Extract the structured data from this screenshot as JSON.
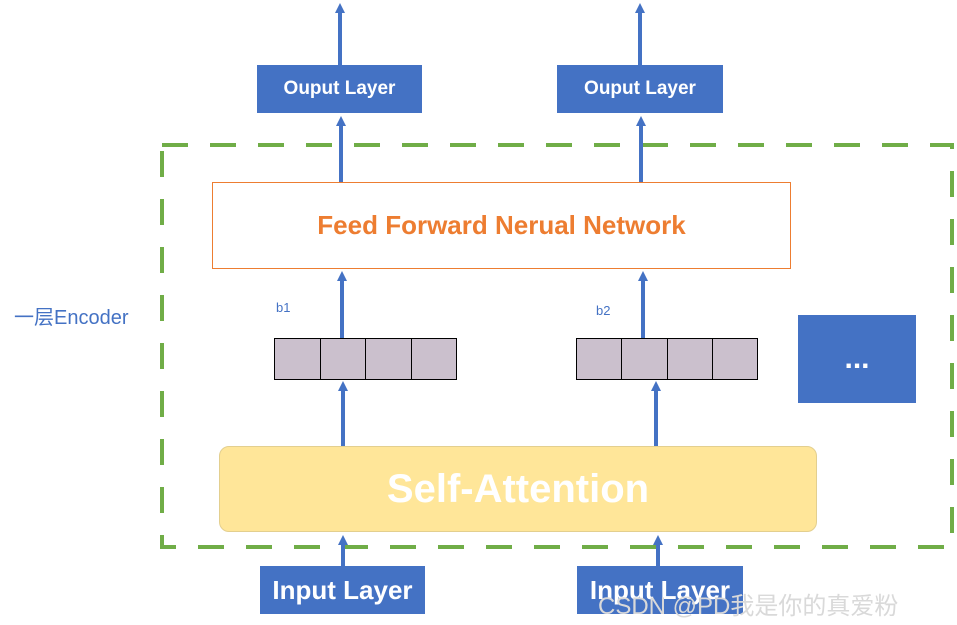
{
  "side_label": "一层Encoder",
  "output_layers": [
    "Ouput Layer",
    "Ouput Layer"
  ],
  "ffnn_label": "Feed Forward Nerual Network",
  "vector_labels": [
    "b1",
    "b2"
  ],
  "vector_cells": 4,
  "more_label": "...",
  "self_attention_label": "Self-Attention",
  "input_layers": [
    "Input Layer",
    "Input Layer"
  ],
  "watermark": "CSDN @PD我是你的真爱粉",
  "colors": {
    "box_blue": "#4472c4",
    "ffnn_orange": "#ed7d31",
    "attention_yellow": "#ffe699",
    "dash_green": "#70ad47",
    "vector_fill": "#cbc0cd"
  }
}
